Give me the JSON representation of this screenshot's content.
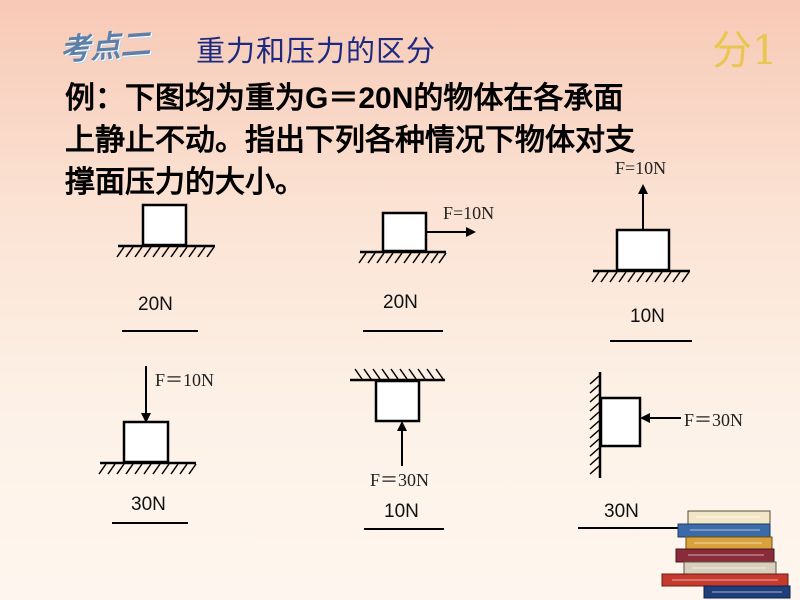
{
  "header": {
    "section_label": "考点二",
    "subtitle": "重力和压力的区分",
    "score": "分1"
  },
  "question": {
    "lines": [
      "例：下图均为重为G＝20N的物体在各承面",
      "上静止不动。指出下列各种情况下物体对支",
      "撑面压力的大小。"
    ]
  },
  "cases": [
    {
      "force_label": "",
      "answer": "20N"
    },
    {
      "force_label": "F=10N",
      "answer": "20N"
    },
    {
      "force_label": "F=10N",
      "answer": "10N"
    },
    {
      "force_label": "F＝10N",
      "answer": "30N"
    },
    {
      "force_label": "F＝30N",
      "answer": "10N"
    },
    {
      "force_label": "F＝30N",
      "answer": "30N"
    }
  ],
  "colors": {
    "title_blue": "#1b2a80",
    "section_blue": "#5e7fa6",
    "score_gold": "#e8c650"
  },
  "books_icon": "stack-of-books-icon"
}
